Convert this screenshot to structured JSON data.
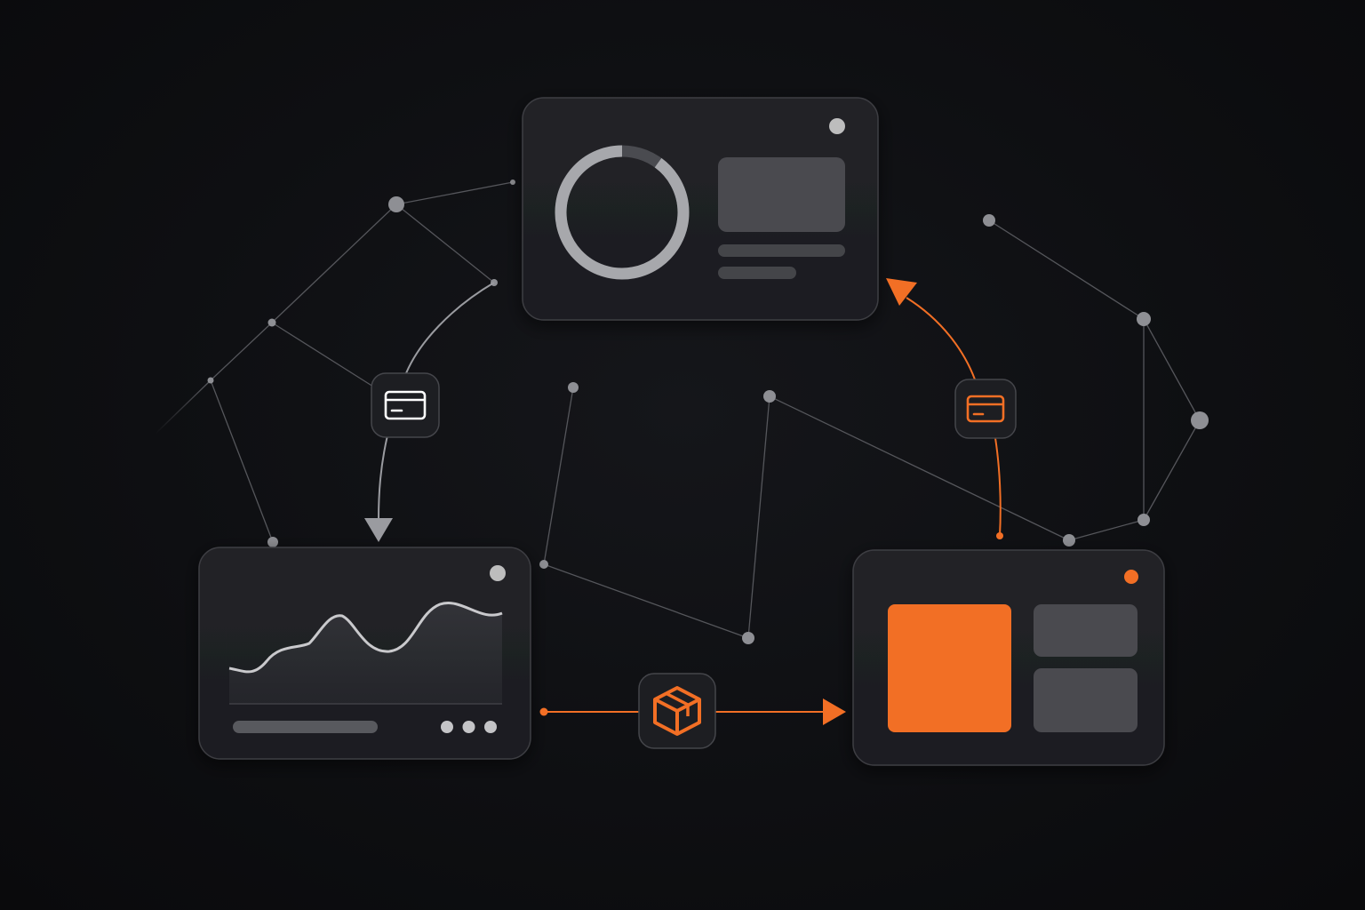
{
  "colors": {
    "background": "#0d0e11",
    "panel": "#1f2024",
    "panel_border": "#3a3b40",
    "network_line": "#5a5b60",
    "node": "#8a8b90",
    "neutral_arrow": "#9a9ba0",
    "accent": "#f26f25",
    "block": "#4a4a4f"
  },
  "diagram": {
    "panels": [
      {
        "id": "donut-card",
        "indicator": "#bdbdbd"
      },
      {
        "id": "chart-card",
        "indicator": "#bdbdbd"
      },
      {
        "id": "tile-card",
        "indicator": "#f26f25"
      }
    ],
    "connectors": [
      {
        "from": "donut-card",
        "to": "chart-card",
        "icon": "credit-card-icon",
        "color": "#9a9ba0"
      },
      {
        "from": "chart-card",
        "to": "tile-card",
        "icon": "package-box-icon",
        "color": "#f26f25"
      },
      {
        "from": "tile-card",
        "to": "donut-card",
        "icon": "credit-card-icon",
        "color": "#f26f25"
      }
    ],
    "chart_card_dots": 3,
    "donut_progress": 0.9
  }
}
